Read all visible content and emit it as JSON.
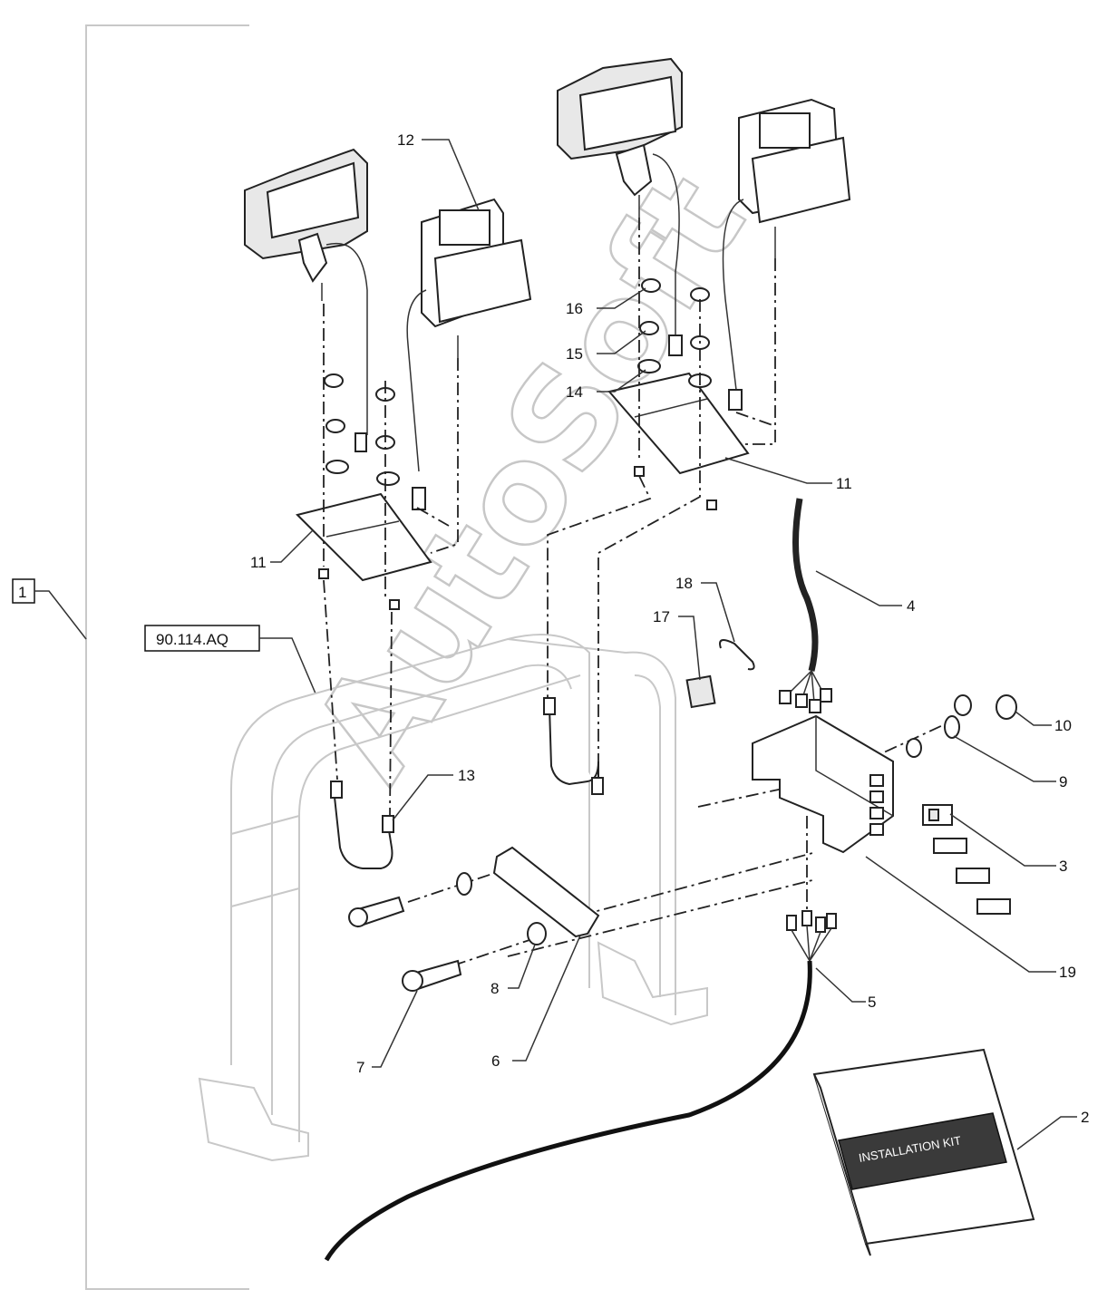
{
  "watermark": "AutoSoft",
  "assembly_label": "1",
  "reference_label": "90.114.AQ",
  "kit_label": "INSTALLATION KIT",
  "callouts": {
    "c2": "2",
    "c3": "3",
    "c4": "4",
    "c5": "5",
    "c6": "6",
    "c7": "7",
    "c8": "8",
    "c9": "9",
    "c10": "10",
    "c11a": "11",
    "c11b": "11",
    "c12": "12",
    "c13": "13",
    "c14": "14",
    "c15": "15",
    "c16": "16",
    "c17": "17",
    "c18": "18",
    "c19": "19"
  }
}
